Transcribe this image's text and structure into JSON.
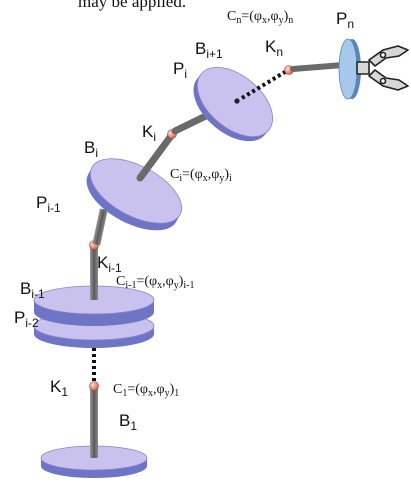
{
  "header_fragment": "may be applied.",
  "bodies": {
    "b1": {
      "main": "B",
      "sub": "1"
    },
    "bi1": {
      "main": "B",
      "sub": "i-1"
    },
    "bi": {
      "main": "B",
      "sub": "i"
    },
    "bip1": {
      "main": "B",
      "sub": "i+1"
    }
  },
  "points": {
    "pi2": {
      "main": "P",
      "sub": "i-2"
    },
    "pi1": {
      "main": "P",
      "sub": "i-1"
    },
    "pi": {
      "main": "P",
      "sub": "i"
    },
    "pn": {
      "main": "P",
      "sub": "n"
    }
  },
  "joints": {
    "k1": {
      "main": "K",
      "sub": "1"
    },
    "ki1": {
      "main": "K",
      "sub": "i-1"
    },
    "ki": {
      "main": "K",
      "sub": "i"
    },
    "kn": {
      "main": "K",
      "sub": "n"
    }
  },
  "constraints": {
    "c1": {
      "lhs": "C",
      "lhs_sub": "1",
      "eq": "=(φ",
      "x": "x",
      "mid": ",φ",
      "y": "y",
      "close": ")",
      "idx": "1"
    },
    "ci1": {
      "lhs": "C",
      "lhs_sub": "i-1",
      "eq": "=(φ",
      "x": "x",
      "mid": ",φ",
      "y": "y",
      "close": ")",
      "idx": "i-1"
    },
    "ci": {
      "lhs": "C",
      "lhs_sub": "i",
      "eq": "=(φ",
      "x": "x",
      "mid": ",φ",
      "y": "y",
      "close": ")",
      "idx": "i"
    },
    "cn": {
      "lhs": "C",
      "lhs_sub": "n",
      "eq": "=(φ",
      "x": "x",
      "mid": ",φ",
      "y": "y",
      "close": ")",
      "idx": "n"
    }
  },
  "colors": {
    "disk_top": "#c9c1ee",
    "disk_side": "#6e74c6",
    "rod": "#6f6f6f",
    "joint": "#e9856f",
    "gripper_disk": "#a7c8ea"
  }
}
